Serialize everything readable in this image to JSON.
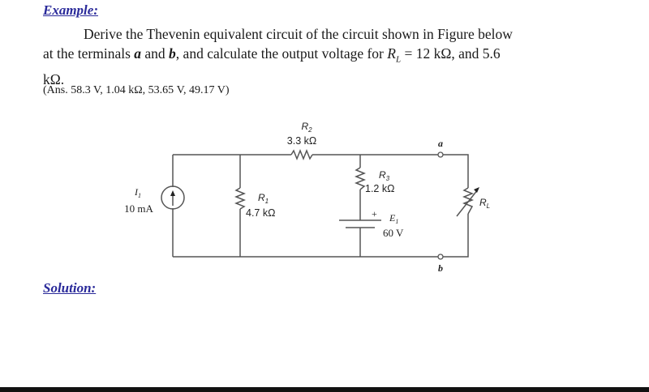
{
  "example_heading": "Example:",
  "problem": {
    "line1": "Derive the Thevenin equivalent circuit of the circuit shown in Figure below",
    "line2_a": "at the terminals ",
    "term_a": "a",
    "line2_b": " and ",
    "term_b": "b",
    "line2_c": ", and calculate the output voltage for ",
    "rl_symbol": "R",
    "rl_sub": "L",
    "line2_d": " = 12 kΩ, and 5.6",
    "line3": "kΩ."
  },
  "answer": "(Ans. 58.3 V, 1.04 kΩ, 53.65 V, 49.17 V)",
  "circuit": {
    "source": {
      "name": "I",
      "sub": "1",
      "value": "10 mA"
    },
    "r1": {
      "name": "R",
      "sub": "1",
      "value": "4.7 kΩ"
    },
    "r2": {
      "name": "R",
      "sub": "2",
      "value": "3.3 kΩ"
    },
    "r3": {
      "name": "R",
      "sub": "3",
      "value": "1.2 kΩ"
    },
    "battery": {
      "name": "E",
      "sub": "1",
      "value": "60 V",
      "plus": "+"
    },
    "load": {
      "name": "R",
      "sub": "L"
    },
    "terminal_a": "a",
    "terminal_b": "b"
  },
  "solution_heading": "Solution:"
}
